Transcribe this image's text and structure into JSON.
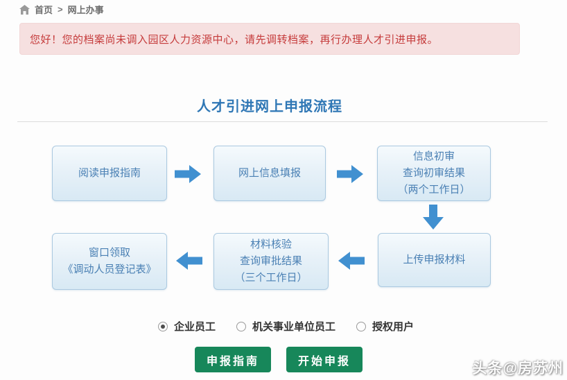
{
  "colors": {
    "accent_blue": "#2f77b5",
    "box_text_blue": "#4a80b4",
    "box_border_blue": "#abc9e0",
    "box_bg_gradient_top": "#f5fafd",
    "box_bg_gradient_bottom": "#d8e9f4",
    "arrow_blue": "#4190d0",
    "alert_bg_pink": "#f6e0e0",
    "alert_text_red": "#c53b3b",
    "button_green": "#17875a",
    "breadcrumb_gray": "#7a7a7a"
  },
  "breadcrumb": {
    "home_label": "首页",
    "separator": ">",
    "section_label": "网上办事"
  },
  "alert": {
    "message": "您好！您的档案尚未调入园区人力资源中心，请先调转档案，再行办理人才引进申报。"
  },
  "flow": {
    "title": "人才引进网上申报流程",
    "steps": {
      "step1": "阅读申报指南",
      "step2": "网上信息填报",
      "step3": "信息初审\n查询初审结果\n（两个工作日）",
      "step4": "上传申报材料",
      "step5": "材料核验\n查询审批结果\n（三个工作日）",
      "step6": "窗口领取\n《调动人员登记表》"
    }
  },
  "user_type": {
    "options": [
      {
        "label": "企业员工",
        "selected": true
      },
      {
        "label": "机关事业单位员工",
        "selected": false
      },
      {
        "label": "授权用户",
        "selected": false
      }
    ]
  },
  "actions": {
    "guide_label": "申报指南",
    "start_label": "开始申报"
  },
  "watermark": "头条@房苏州"
}
